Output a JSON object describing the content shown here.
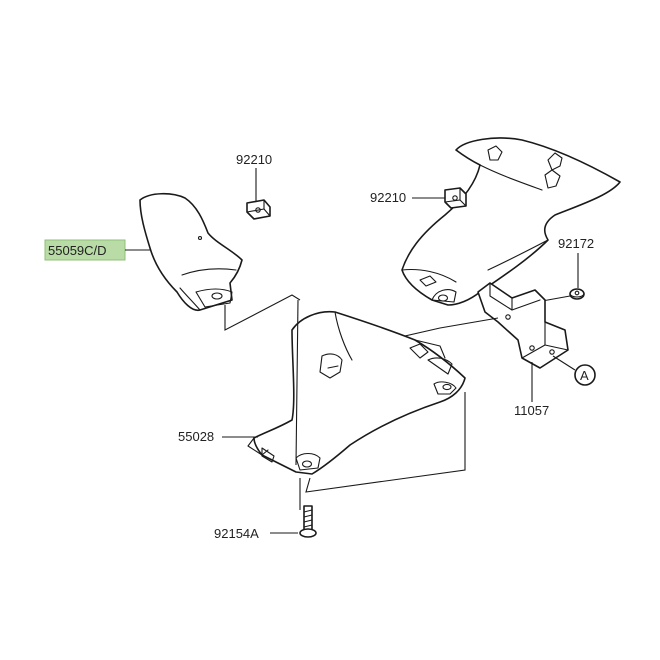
{
  "colors": {
    "highlight": "#b9dca7",
    "line": "#1a1a1a",
    "background": "#ffffff"
  },
  "parts": {
    "cover_left": "55059C/D",
    "nut_upper": "92210",
    "nut_right": "92210",
    "bolt_right": "92172",
    "bracket_lower": "55028",
    "stay": "11057",
    "screw_bottom": "92154A",
    "ref_callout": "A"
  }
}
